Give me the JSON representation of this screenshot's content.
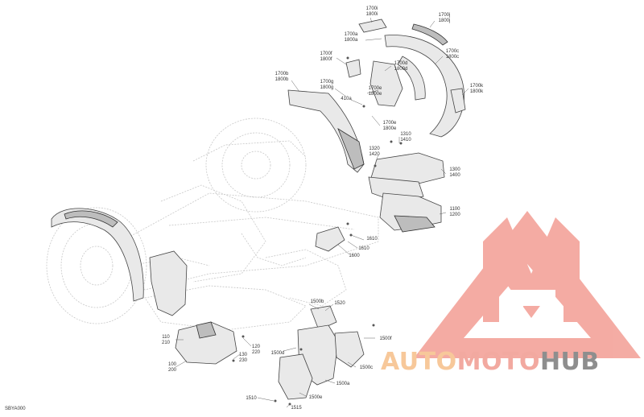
{
  "diagram": {
    "reference_code": "SBYA000",
    "callouts": [
      {
        "id": "c1",
        "lines": [
          "1700i",
          "1800i"
        ]
      },
      {
        "id": "c2",
        "lines": [
          "1700j",
          "1800j"
        ]
      },
      {
        "id": "c3",
        "lines": [
          "1700a",
          "1800a"
        ]
      },
      {
        "id": "c4",
        "lines": [
          "1700c",
          "1800c"
        ]
      },
      {
        "id": "c5",
        "lines": [
          "1700f",
          "1800f"
        ]
      },
      {
        "id": "c6",
        "lines": [
          "1700d",
          "1800d"
        ]
      },
      {
        "id": "c7",
        "lines": [
          "1700b",
          "1800b"
        ]
      },
      {
        "id": "c8",
        "lines": [
          "1700g",
          "1800g"
        ]
      },
      {
        "id": "c9",
        "lines": [
          "1700e",
          "1800e"
        ]
      },
      {
        "id": "c10",
        "lines": [
          "1700k",
          "1800k"
        ]
      },
      {
        "id": "c11",
        "lines": [
          "410a"
        ]
      },
      {
        "id": "c12",
        "lines": [
          "1700e",
          "1800e"
        ]
      },
      {
        "id": "c13",
        "lines": [
          "1310",
          "1410"
        ]
      },
      {
        "id": "c14",
        "lines": [
          "1320",
          "1420"
        ]
      },
      {
        "id": "c15",
        "lines": [
          "1300",
          "1400"
        ]
      },
      {
        "id": "c16",
        "lines": [
          "1100",
          "1200"
        ]
      },
      {
        "id": "c17",
        "lines": [
          "1610"
        ]
      },
      {
        "id": "c18",
        "lines": [
          "1610"
        ]
      },
      {
        "id": "c19",
        "lines": [
          "1600"
        ]
      },
      {
        "id": "c20",
        "lines": [
          "1500b"
        ]
      },
      {
        "id": "c21",
        "lines": [
          "1520"
        ]
      },
      {
        "id": "c22",
        "lines": [
          "1500f"
        ]
      },
      {
        "id": "c23",
        "lines": [
          "1500d"
        ]
      },
      {
        "id": "c24",
        "lines": [
          "1500c"
        ]
      },
      {
        "id": "c25",
        "lines": [
          "1500a"
        ]
      },
      {
        "id": "c26",
        "lines": [
          "1500e"
        ]
      },
      {
        "id": "c27",
        "lines": [
          "1510"
        ]
      },
      {
        "id": "c28",
        "lines": [
          "1515"
        ]
      },
      {
        "id": "c29",
        "lines": [
          "110",
          "210"
        ]
      },
      {
        "id": "c30",
        "lines": [
          "120",
          "220"
        ]
      },
      {
        "id": "c31",
        "lines": [
          "130",
          "230"
        ]
      },
      {
        "id": "c32",
        "lines": [
          "100",
          "200"
        ]
      }
    ]
  },
  "watermark": {
    "segments": [
      {
        "text": "AUTO",
        "color": "#f7c89a"
      },
      {
        "text": "MOTO",
        "color": "#f2a9a0"
      },
      {
        "text": "HUB",
        "color": "#8e8e8e"
      }
    ],
    "colors": {
      "logo_fill": "#f3a39a",
      "logo_cut": "#ffffff"
    }
  }
}
